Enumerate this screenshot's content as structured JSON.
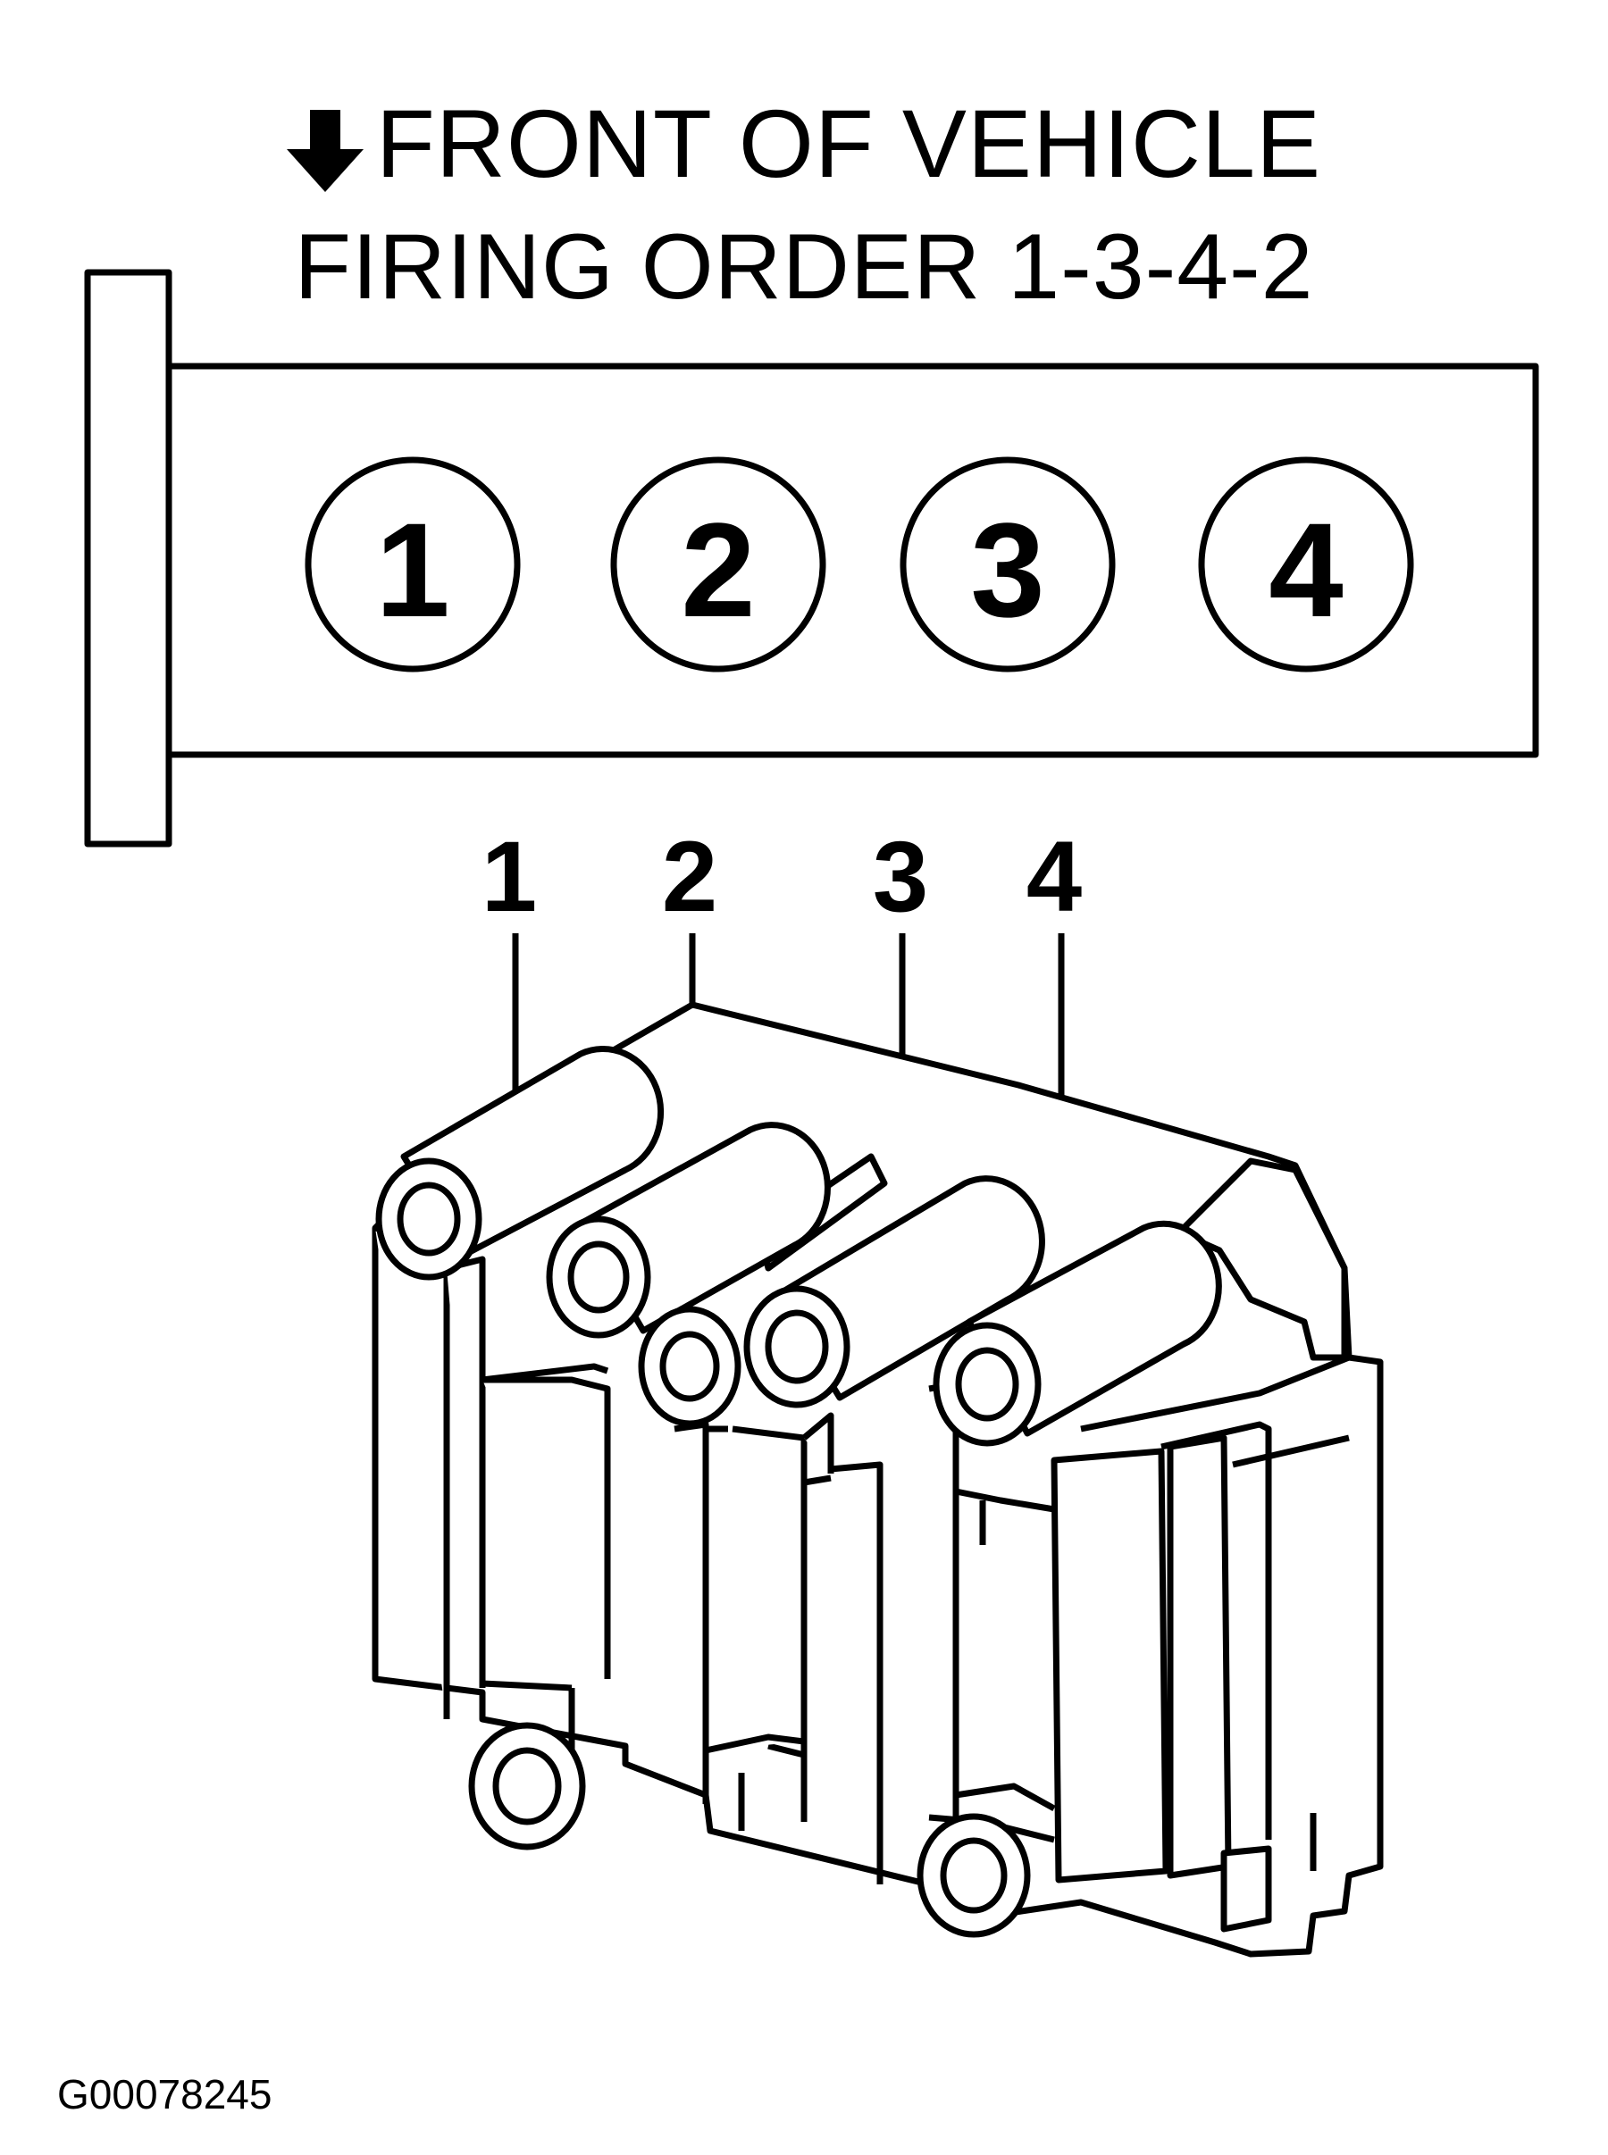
{
  "header": {
    "front_label": "FRONT OF VEHICLE",
    "firing_order": "FIRING ORDER 1-3-4-2",
    "arrow_icon": "down-arrow-icon"
  },
  "engine": {
    "cylinders": [
      "1",
      "2",
      "3",
      "4"
    ]
  },
  "coil_pack": {
    "labels": [
      "1",
      "2",
      "3",
      "4"
    ]
  },
  "figure_code": "G00078245",
  "colors": {
    "ink": "#000000",
    "paper": "#ffffff"
  }
}
